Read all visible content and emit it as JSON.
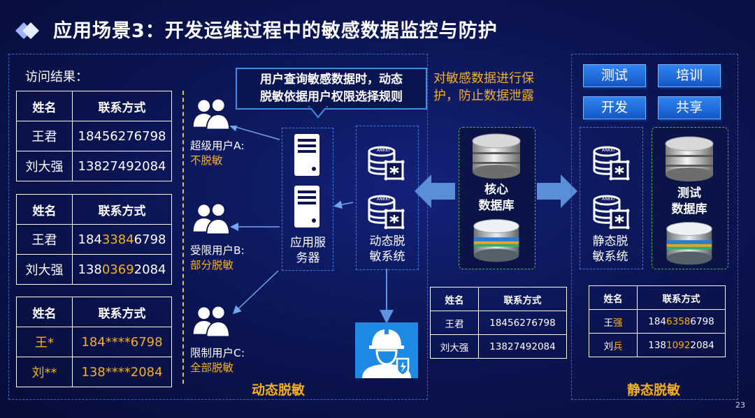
{
  "title": "应用场景3：开发运维过程中的敏感数据监控与防护",
  "access_label": "访问结果：",
  "tables": {
    "headers": {
      "name": "姓名",
      "contact": "联系方式"
    },
    "t1": {
      "rows": [
        [
          "王君",
          "18456276798"
        ],
        [
          "刘大强",
          "13827492084"
        ]
      ]
    },
    "t2": {
      "r1": {
        "name": "王君",
        "pre": "184",
        "mid": "3384",
        "post": "6798"
      },
      "r2": {
        "name": "刘大强",
        "pre": "138",
        "mid": "0369",
        "post": "2084"
      }
    },
    "t3": {
      "r1": {
        "name": "王*",
        "contact": "184****6798"
      },
      "r2": {
        "name": "刘**",
        "contact": "138****2084"
      }
    }
  },
  "users": {
    "a": {
      "name": "超级用户A:",
      "rule": "不脱敏"
    },
    "b": {
      "name": "受限用户B:",
      "rule": "部分脱敏"
    },
    "c": {
      "name": "限制用户C:",
      "rule": "全部脱敏"
    }
  },
  "callout": {
    "line1": "用户查询敏感数据时，动态",
    "line2": "脱敏依据用户权限选择规则"
  },
  "protect": {
    "line1": "对敏感数据进行保",
    "line2": "护，防止数据泄露"
  },
  "app_server": {
    "line1": "应用服",
    "line2": "务器"
  },
  "dyn_sys": {
    "line1": "动态脱",
    "line2": "敏系统"
  },
  "core_db": {
    "line1": "核心",
    "line2": "数据库"
  },
  "static_sys": {
    "line1": "静态脱",
    "line2": "敏系统"
  },
  "test_db": {
    "line1": "测试",
    "line2": "数据库"
  },
  "tags": [
    "测试",
    "培训",
    "开发",
    "共享"
  ],
  "mid_table": {
    "rows": [
      [
        "王君",
        "18456276798"
      ],
      [
        "刘大强",
        "13827492084"
      ]
    ]
  },
  "static_table": {
    "r1": {
      "name_pre": "王",
      "name_mid": "强",
      "c_pre": "184",
      "c_mid": "6358",
      "c_post": "6798"
    },
    "r2": {
      "name_pre": "刘",
      "name_mid": "兵",
      "c_pre": "138",
      "c_mid": "1092",
      "c_post": "2084"
    }
  },
  "dynamic_label": "动态脱敏",
  "static_label": "静态脱敏",
  "disk_label": "ANKKI",
  "page_number": "23",
  "colors": {
    "accent": "#f5b11c",
    "border": "#3e8ee8",
    "background": "#0b1450",
    "green_border": "#48b568"
  }
}
